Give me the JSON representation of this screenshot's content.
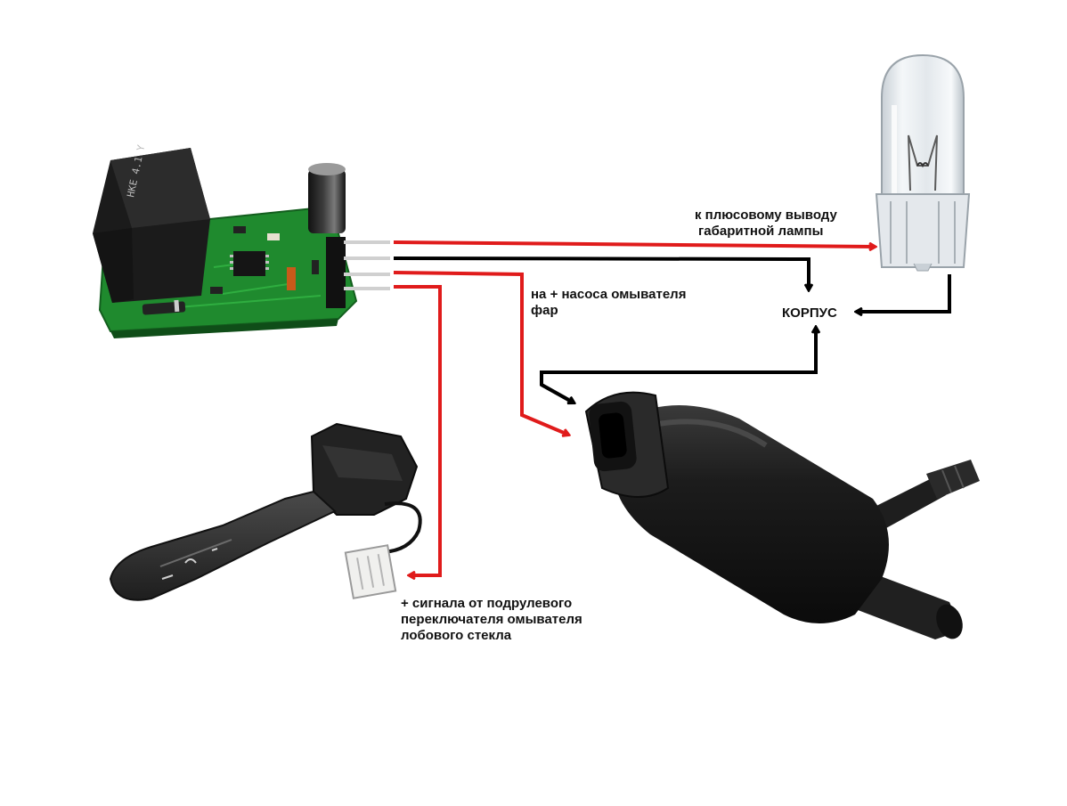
{
  "colors": {
    "positive_wire": "#e01b1b",
    "ground_wire": "#000000",
    "pcb": "#1f8a2e",
    "relay": "#1b1b1b",
    "pump": "#1a1a1a"
  },
  "components": [
    {
      "id": "relay-module",
      "icon": "pcb-relay-module"
    },
    {
      "id": "lamp",
      "icon": "w5w-wedge-bulb"
    },
    {
      "id": "pump",
      "icon": "washer-pump"
    },
    {
      "id": "stalk",
      "icon": "steering-column-stalk"
    }
  ],
  "labels": {
    "lamp_positive": [
      "к плюсовому выводу",
      "габаритной лампы"
    ],
    "ground": "КОРПУС",
    "pump_positive": [
      "на + насоса омывателя",
      "фар"
    ],
    "switch_signal": [
      "+ сигнала от подрулевого",
      "переключателя омывателя",
      "лобового стекла"
    ]
  }
}
